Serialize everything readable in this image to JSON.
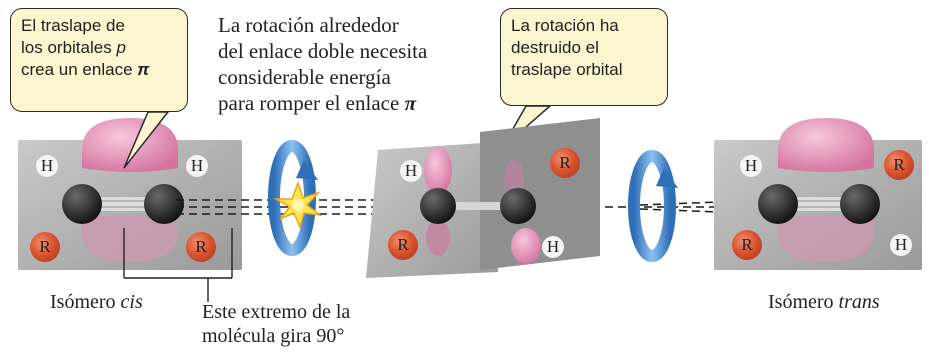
{
  "callout_left": {
    "line1": "El traslape de",
    "line2a": "los orbitales ",
    "line2b": "p",
    "line3a": "crea un enlace ",
    "line3b": "π"
  },
  "callout_right": {
    "line1": "La rotación ha",
    "line2": "destruido el",
    "line3": "traslape orbital"
  },
  "center_text": {
    "line1": "La rotación alrededor",
    "line2": "del enlace doble necesita",
    "line3": "considerable energía",
    "line4a": "para romper el enlace ",
    "line4b": "π"
  },
  "labels": {
    "cis_a": "Isómero ",
    "cis_b": "cis",
    "trans_a": "Isómero ",
    "trans_b": "trans",
    "note1": "Este extremo de la",
    "note2": "molécula gira 90°"
  },
  "atoms": {
    "h": "H",
    "r": "R"
  },
  "colors": {
    "callout_bg": "#fbf6cf",
    "orbital": "#e68fb8",
    "panel": "#a9a9a9",
    "arrow": "#4a8fd8",
    "r_atom": "#d9542e"
  },
  "icons": [
    "rotation-arrow-icon",
    "energy-burst-icon"
  ]
}
